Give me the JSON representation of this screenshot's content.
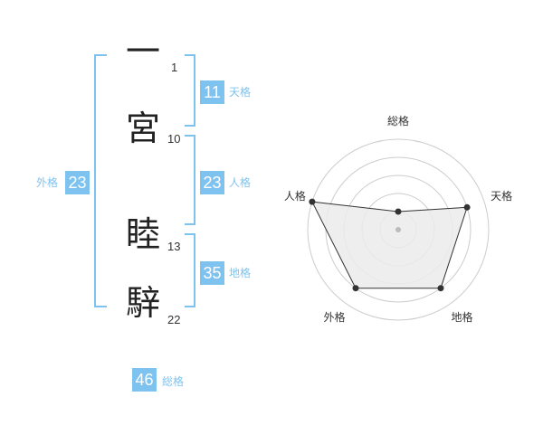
{
  "name": {
    "chars": [
      {
        "char": "一",
        "strokes": "1"
      },
      {
        "char": "宮",
        "strokes": "10"
      },
      {
        "char": "睦",
        "strokes": "13"
      },
      {
        "char": "騂",
        "strokes": "22"
      }
    ]
  },
  "fortunes": {
    "tenkaku": {
      "value": "11",
      "label": "天格"
    },
    "jinkaku": {
      "value": "23",
      "label": "人格"
    },
    "chikaku": {
      "value": "35",
      "label": "地格"
    },
    "gaikaku": {
      "value": "23",
      "label": "外格"
    },
    "soukaku": {
      "value": "46",
      "label": "総格"
    }
  },
  "colors": {
    "accent": "#7ec3f0"
  },
  "chart_data": {
    "type": "radar",
    "axes": [
      "総格",
      "天格",
      "地格",
      "外格",
      "人格"
    ],
    "values": [
      1,
      4,
      4,
      4,
      5
    ],
    "range": [
      0,
      5
    ],
    "rings": 5,
    "fill": "#ebebeb",
    "line": "#333333"
  }
}
